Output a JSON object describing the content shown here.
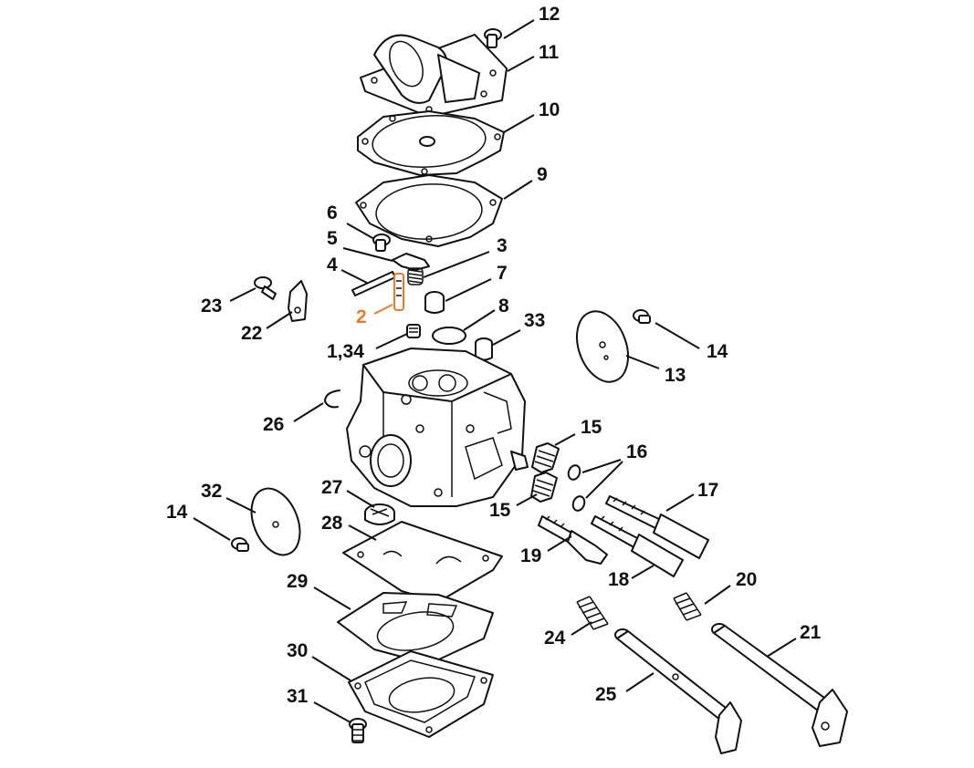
{
  "highlight_color": "#e87b2a",
  "line_color": "#111111",
  "labels": {
    "p12": "12",
    "p11": "11",
    "p10": "10",
    "p9": "9",
    "p6": "6",
    "p5": "5",
    "p3": "3",
    "p4": "4",
    "p7": "7",
    "p23": "23",
    "p22": "22",
    "p2": "2",
    "p8": "8",
    "p33": "33",
    "p1_34": "1,34",
    "p14a": "14",
    "p13": "13",
    "p26": "26",
    "p15a": "15",
    "p16": "16",
    "p15b": "15",
    "p17": "17",
    "p32": "32",
    "p14b": "14",
    "p27": "27",
    "p28": "28",
    "p19": "19",
    "p18": "18",
    "p29": "29",
    "p20": "20",
    "p24": "24",
    "p21": "21",
    "p30": "30",
    "p25": "25",
    "p31": "31"
  }
}
